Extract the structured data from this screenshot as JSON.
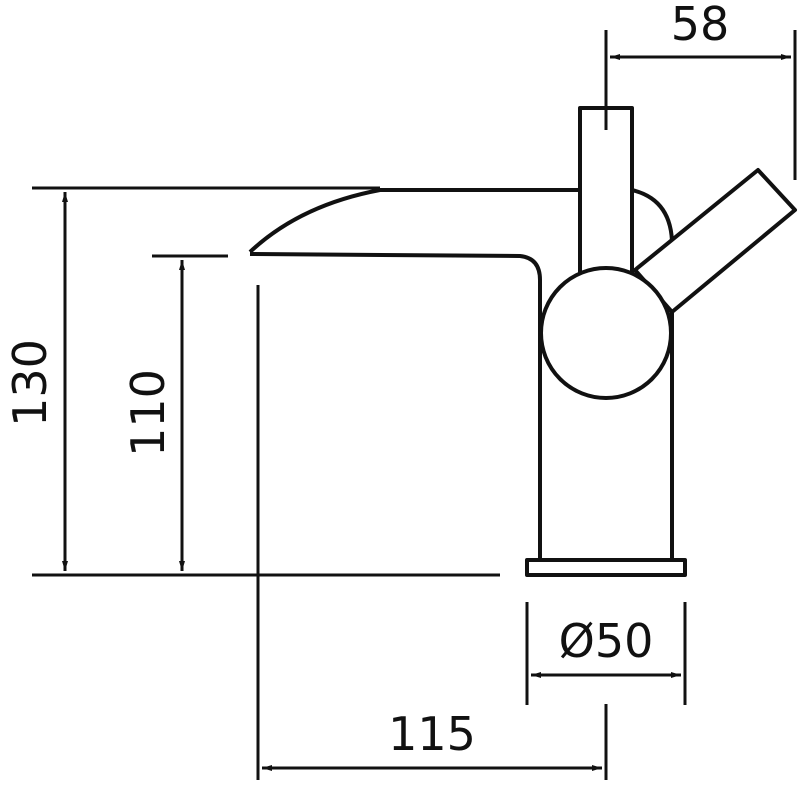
{
  "dimensions": {
    "overall_height": "130",
    "spout_height": "110",
    "handle_offset": "58",
    "base_diameter": "Ø50",
    "spout_reach": "115"
  },
  "colors": {
    "line": "#111111",
    "background": "#ffffff"
  }
}
